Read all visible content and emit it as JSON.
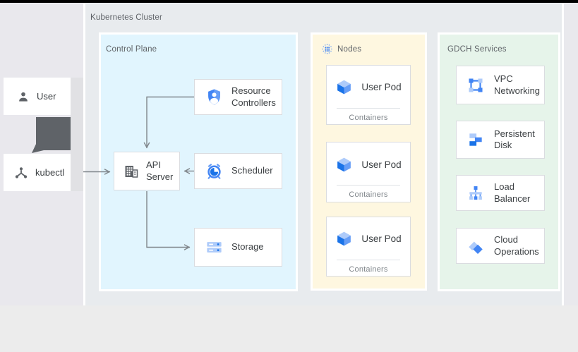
{
  "cluster": {
    "label": "Kubernetes Cluster"
  },
  "actors": {
    "user": {
      "label": "User"
    },
    "kubectl": {
      "label": "kubectl"
    }
  },
  "control_plane": {
    "title": "Control Plane",
    "resource_controllers": {
      "label": "Resource Controllers"
    },
    "api_server": {
      "label": "API Server"
    },
    "scheduler": {
      "label": "Scheduler"
    },
    "storage": {
      "label": "Storage"
    }
  },
  "nodes": {
    "title": "Nodes",
    "pods": [
      {
        "label": "User Pod",
        "sublabel": "Containers"
      },
      {
        "label": "User Pod",
        "sublabel": "Containers"
      },
      {
        "label": "User Pod",
        "sublabel": "Containers"
      }
    ]
  },
  "gdch": {
    "title": "GDCH Services",
    "services": [
      {
        "label": "VPC Networking"
      },
      {
        "label": "Persistent Disk"
      },
      {
        "label": "Load Balancer"
      },
      {
        "label": "Cloud Operations"
      }
    ]
  },
  "palette": {
    "blue_primary": "#4285f4",
    "blue_mid": "#669df6",
    "blue_light": "#aecbfa",
    "blue_dark": "#1a73e8",
    "panel_control_plane": "#e1f5fe",
    "panel_nodes": "#fef7e0",
    "panel_gdch": "#e6f4ea",
    "title_text": "#5f6368",
    "label_text": "#3c4043",
    "muted_text": "#80868b",
    "arrow_gray": "#80868b",
    "dark_block": "#5f6368"
  }
}
